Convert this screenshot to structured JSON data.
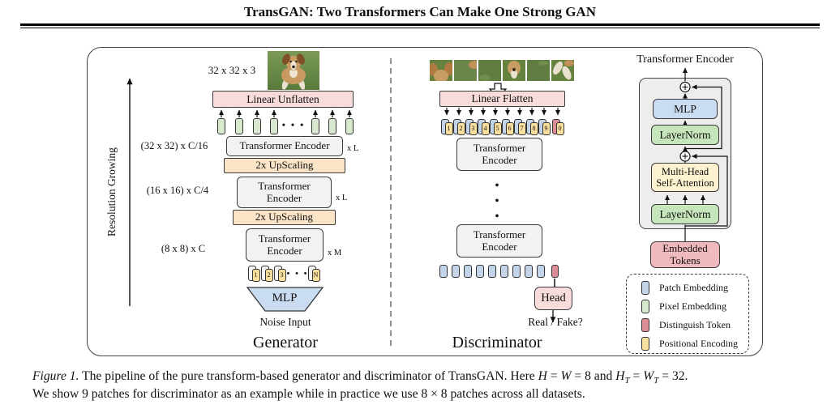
{
  "header": {
    "title": "TransGAN: Two Transformers Can Make One Strong GAN"
  },
  "generator": {
    "section_title": "Generator",
    "axis_label": "Resolution Growing",
    "output_dims": "32 x 32 x 3",
    "unflatten_label": "Linear Unflatten",
    "stage1_dims": "(32 x 32) x C/16",
    "stage2_dims": "(16 x 16) x C/4",
    "stage3_dims": "(8 x 8) x C",
    "encoder_label": "Transformer Encoder",
    "upscale_label": "2x UpScaling",
    "mult_l": "x L",
    "mult_m": "x M",
    "tokens": [
      "1",
      "2",
      "3",
      "N"
    ],
    "dots": "• • •",
    "mlp_label": "MLP",
    "noise_label": "Noise Input"
  },
  "discriminator": {
    "section_title": "Discriminator",
    "flatten_label": "Linear Flatten",
    "encoder_label": "Transformer Encoder",
    "tokens": [
      "1",
      "2",
      "3",
      "4",
      "5",
      "6",
      "7",
      "8",
      "9"
    ],
    "cls_token": "0",
    "dot": "•",
    "head_label": "Head",
    "output_label": "Real / Fake?"
  },
  "encoder_detail": {
    "panel_title": "Transformer Encoder",
    "mlp_label": "MLP",
    "layernorm_label": "LayerNorm",
    "mhsa_label": "Multi-Head Self-Attention",
    "embedded_label": "Embedded Tokens"
  },
  "legend": {
    "items": [
      {
        "label": "Patch Embedding",
        "color": "#c3d4e8"
      },
      {
        "label": "Pixel Embedding",
        "color": "#d7e8cf"
      },
      {
        "label": "Distinguish Token",
        "color": "#dd8d96"
      },
      {
        "label": "Positional Encoding",
        "color": "#f9df9d"
      }
    ]
  },
  "caption": {
    "figure_label": "Figure 1.",
    "text_a": "The pipeline of the pure transform-based generator and discriminator of TransGAN. Here",
    "var_h": "H",
    "var_w": "W",
    "sub_t": "T",
    "eq": "=",
    "eq_8": "= 8",
    "word_and": "and",
    "eq_32": "= 32.",
    "text_b": "We show 9 patches for discriminator as an example while in practice we use 8 × 8 patches across all datasets."
  }
}
